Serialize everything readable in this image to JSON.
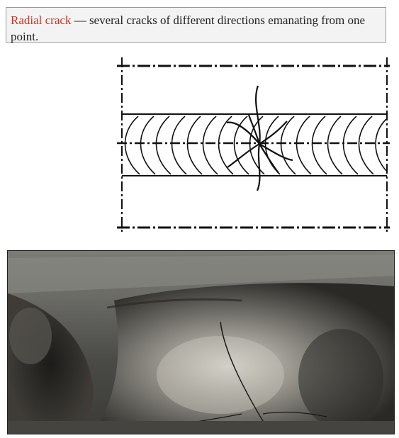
{
  "caption": {
    "term": "Radial crack",
    "description": " — several cracks of different directions emanating from one point."
  },
  "figures": {
    "schematic": "radial-crack-schematic",
    "photo": "radial-crack-photo"
  },
  "colors": {
    "term": "#c0392b",
    "line": "#111111",
    "border": "#9a9a9a"
  }
}
